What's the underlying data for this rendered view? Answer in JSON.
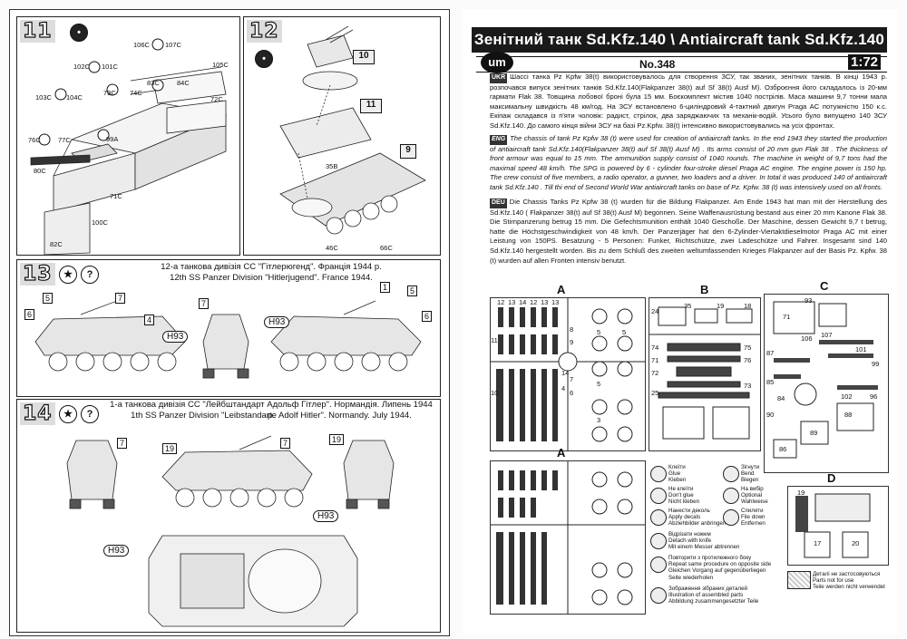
{
  "left_page": {
    "steps": {
      "s11": {
        "number": "11"
      },
      "s12": {
        "number": "12",
        "subref_a": "10",
        "subref_b": "11",
        "subref_c": "9"
      },
      "s13": {
        "number": "13",
        "caption_ua": "12-а танкова дивізія СС \"Гітлерюгенд\". Франція 1944 р.",
        "caption_en": "12th SS Panzer Division \"Hitlerjugend\". France 1944."
      },
      "s14": {
        "number": "14",
        "caption_ua": "1-а танкова дивізія СС \"Лейбштандарт Адольф Гітлер\". Нормандія. Липень 1944 р.",
        "caption_en": "1th SS Panzer Division \"Leibstandarte Adolf Hitler\". Normandy. July 1944."
      }
    },
    "part_labels_11": [
      "106C",
      "107C",
      "102C",
      "101C",
      "105C",
      "83C",
      "84C",
      "73C",
      "74C",
      "103C",
      "104C",
      "72C",
      "76C",
      "77C",
      "99A",
      "80C",
      "71C",
      "100C",
      "82C"
    ],
    "part_labels_12": [
      "35B",
      "46C",
      "66C"
    ],
    "color_codes": {
      "h93": "H93"
    },
    "callouts_13": [
      "5",
      "7",
      "4",
      "6",
      "7",
      "1",
      "5",
      "6"
    ],
    "callouts_14": [
      "7",
      "19",
      "7",
      "19"
    ]
  },
  "right_page": {
    "title": "Зенітний танк  Sd.Kfz.140 \\ Antiaircraft tank Sd.Kfz.140",
    "brand": "um",
    "kit_no": "No.348",
    "scale": "1:72",
    "text_ukr_tag": "UKR",
    "text_ukr": "Шассі танка Pz Kpfw 38(t) використовувалось для створення ЗСУ, так званих, зенітних танків. В кінці 1943 р. розпочався випуск зенітних танків Sd.Kfz.140(Flakpanzer 38(t) auf Sf 38(t) Ausf M). Озброєння його складалось із 20-мм гармати Flak 38. Товщина лобової броні була 15 мм. Боєкомплект містив 1040 пострілів. Маса машини 9,7 тонни мала максимальну швидкість 48 км/год. На ЗСУ встановлено 6-циліндровий 4-тактний двигун Praga AC потужністю 150 к.с. Екіпаж складався із п'яти чоловік: радист, стрілок, два заряджаючих та механік-водій. Усього було випущено 140 ЗСУ Sd.Kfz.140. До самого кінця війни ЗСУ на базі Pz.Kpfw. 38(t) інтенсивно використовувались на усіх фронтах.",
    "text_eng_tag": "ENG",
    "text_eng": "The chassis of tank Pz Kpfw 38 (t) were used for creation of antiaircraft tanks. In the end 1943 they started the production of antiaircraft tank Sd.Kfz.140(Flakpanzer 38(t) auf Sf 38(t) Ausf M) . Its arms consist of 20 mm gun Flak 38 . The thickness of front armour was equal to 15 mm. The ammunition supply consist of 1040 rounds. The machine in weight of 9,7 tons had the maximal speed 48 km/h. The SPG is powered by 6 - cylinder four-stroke diesel Praga AC engine. The engine power is 150 hp. The crew consist of five members, a radio operator, a gunner, two loaders and a driver. In total it was produced 140 of antiaircraft tank Sd.Kfz.140 . Till thi end of Second World War antiaircraft tanks on base of Pz. Kpfw. 38 (t) was intensively used on all fronts.",
    "text_deu_tag": "DEU",
    "text_deu": "Die Chassis Tanks Pz Kpfw 38 (t) wurden für die Bildung Flakpanzer. Am Ende 1943 hat man mit der Herstellung des Sd.Kfz.140 ( Flakpanzer 38(t) auf Sf 38(t) Ausf M) begonnen. Seine Waffenausrüstung bestand aus einer 20 mm Kanone Flak 38. Die Stirnpanzerung betrug 15 mm. Die Gefechtsmunition enthält 1040 Geschoße. Der Maschine, dessen Gewicht 9,7 t betrug, hatte die Höchstgeschwindigkeit von 48 km/h. Der Panzerjäger hat den 6-Zylinder-Viertaktdieselmotor Praga AC mit einer Leistung von 150PS. Besatzung - 5 Personen: Funker, Richtschütze, zwei Ladeschütze und Fahrer. Insgesamt sind 140 Sd.Kfz.140 hergestellt worden. Bis zu dem Schluß des zweiten weltumfassenden Krieges Flakpanzer auf der Basis Pz. Kpfw. 38 (t) wurden auf allen Fronten intensiv benutzt.",
    "sprues": {
      "a_top": "A",
      "b": "B",
      "c": "C",
      "a_bottom": "A",
      "d": "D"
    },
    "legend": [
      {
        "icon": "glue-icon",
        "text": "Клеїти\nGlue\nKleben"
      },
      {
        "icon": "no-glue-icon",
        "text": "Не клеїти\nDon't glue\nNicht kleben"
      },
      {
        "icon": "decal-icon",
        "text": "Нанести деколь\nApply decals\nAbziehbilder anbringen"
      },
      {
        "icon": "knife-icon",
        "text": "Відрізати ножем\nDetach with knife\nMit einem Messer abtrennen"
      },
      {
        "icon": "repeat-icon",
        "text": "Повторити з протилежного боку\nRepeat same procedure on opposite side\nGleichen Vorgang auf gegenüberliegen\nSeite wiederholen"
      },
      {
        "icon": "assembled-icon",
        "text": "Зображення зібраних деталей\nIllustration of assembled parts\nAbbildung zusammengesetzter Teile"
      },
      {
        "icon": "bend-icon",
        "text": "Зігнути\nBend\nBiegen"
      },
      {
        "icon": "optional-icon",
        "text": "На вибір\nOptional\nWahlweise"
      },
      {
        "icon": "file-icon",
        "text": "Спиляти\nFile down\nEntfernen"
      },
      {
        "icon": "not-used-icon",
        "text": "Деталі не застосовуються\nParts not for use\nTeile werden nicht verwendet"
      }
    ],
    "sprue_numbers": {
      "a_top": [
        "12",
        "13",
        "14",
        "12",
        "13",
        "11",
        "9",
        "10",
        "8",
        "7",
        "6",
        "5",
        "5",
        "5",
        "3",
        "14",
        "13",
        "4"
      ],
      "b": [
        "24",
        "35",
        "19",
        "18",
        "25",
        "75",
        "76",
        "72",
        "73",
        "71",
        "74"
      ],
      "c": [
        "93",
        "71",
        "106",
        "107",
        "101",
        "99",
        "87",
        "85",
        "84",
        "90",
        "102",
        "96",
        "89",
        "88",
        "86"
      ],
      "d": [
        "19",
        "17",
        "20"
      ]
    }
  }
}
